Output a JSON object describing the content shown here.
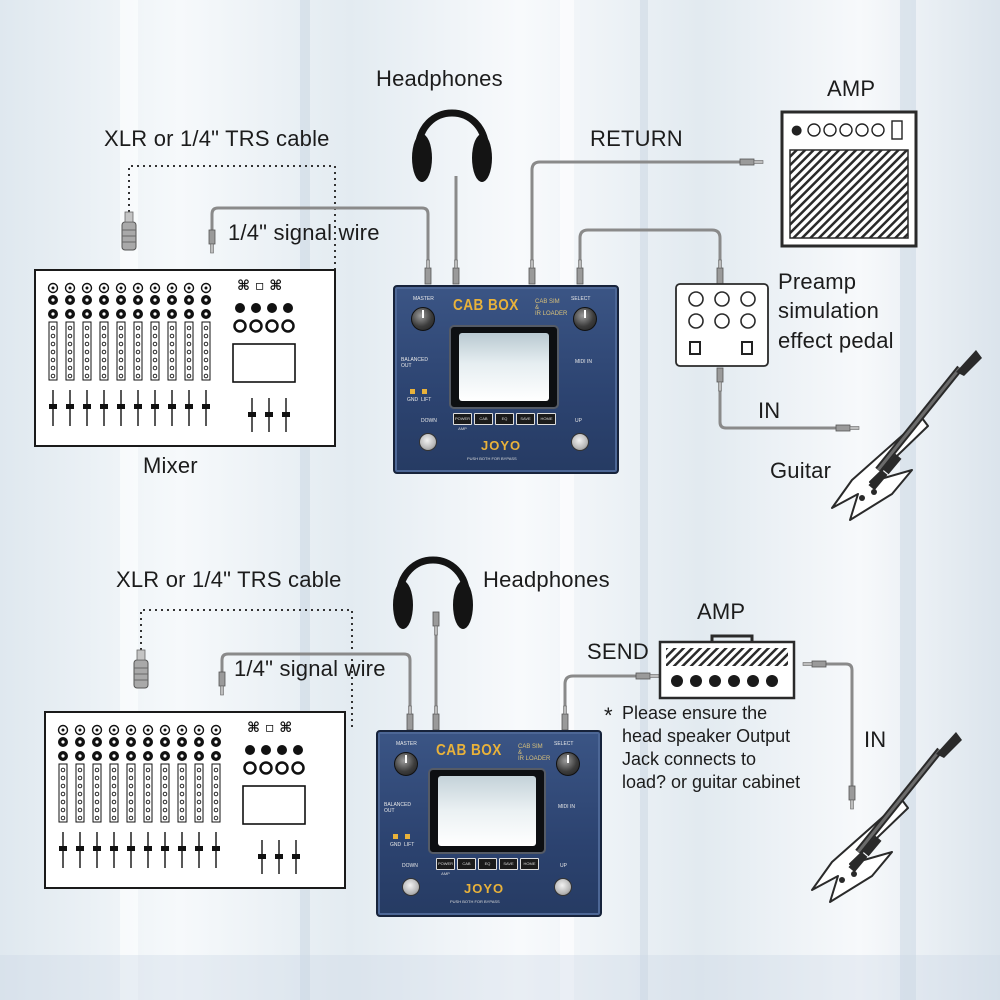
{
  "top": {
    "headphones_label": "Headphones",
    "cable_label": "XLR or 1/4\" TRS cable",
    "signal_wire_label": "1/4\" signal wire",
    "return_label": "RETURN",
    "amp_label": "AMP",
    "preamp_label_lines": [
      "Preamp",
      "simulation",
      "effect pedal"
    ],
    "in_label": "IN",
    "guitar_label": "Guitar",
    "mixer_label": "Mixer"
  },
  "bottom": {
    "headphones_label": "Headphones",
    "cable_label": "XLR or 1/4\" TRS cable",
    "signal_wire_label": "1/4\" signal wire",
    "send_label": "SEND",
    "amp_label": "AMP",
    "in_label": "IN",
    "note_asterisk": "*",
    "note_lines": [
      "Please ensure the",
      "head speaker Output",
      "Jack connects to",
      "load? or guitar cabinet"
    ]
  },
  "pedal": {
    "title": "CAB BOX",
    "subtitle_lines": [
      "CAB SIM",
      "&",
      "IR LOADER"
    ],
    "master": "MASTER",
    "select": "SELECT",
    "balanced_out": "BALANCED OUT",
    "midi_in": "MIDI IN",
    "gnd": "GND",
    "lift": "LIFT",
    "down": "DOWN",
    "up": "UP",
    "brand": "JOYO",
    "bypass_text": "PUSH BOTH FOR BYPASS",
    "buttons": [
      "POWER AMP",
      "CAB",
      "EQ",
      "SAVE",
      "HOME"
    ]
  },
  "colors": {
    "pedal_blue": "#2c4370",
    "pedal_gold": "#e9b23a",
    "cable_gray": "#8a8a8a",
    "line_dark": "#1c1c1c"
  }
}
